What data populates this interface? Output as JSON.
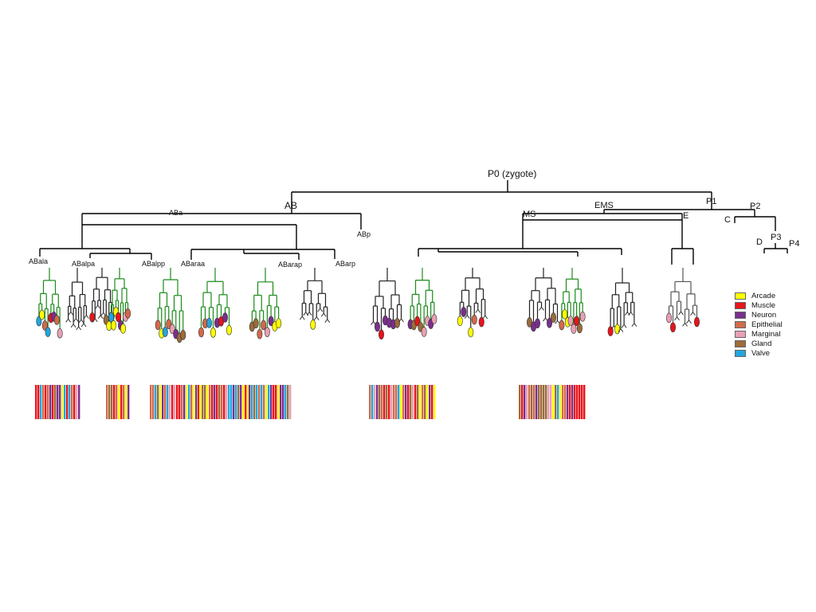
{
  "lineage": {
    "root": "P0 (zygote)",
    "nodes": {
      "AB": "AB",
      "P1": "P1",
      "ABa": "ABa",
      "ABp": "ABp",
      "EMS": "EMS",
      "P2": "P2",
      "MS": "MS",
      "E": "E",
      "C": "C",
      "P3": "P3",
      "D": "D",
      "P4": "P4",
      "ABala": "ABala",
      "ABalpa": "ABalpa",
      "ABalpp": "ABalpp",
      "ABaraa": "ABaraa",
      "ABarap": "ABarap",
      "ABarp": "ABarp"
    }
  },
  "legend": {
    "items": [
      {
        "label": "Arcade",
        "color": "#ffff00"
      },
      {
        "label": "Muscle",
        "color": "#e8141c"
      },
      {
        "label": "Neuron",
        "color": "#7a2f8c"
      },
      {
        "label": "Epithelial",
        "color": "#d2694a"
      },
      {
        "label": "Marginal",
        "color": "#e8a0b4"
      },
      {
        "label": "Gland",
        "color": "#9b6b3a"
      },
      {
        "label": "Valve",
        "color": "#22a6dc"
      }
    ]
  },
  "colors": {
    "tree": "#000000",
    "pharynx_lineage": "#1a8a1a",
    "terminal": "#444444"
  }
}
